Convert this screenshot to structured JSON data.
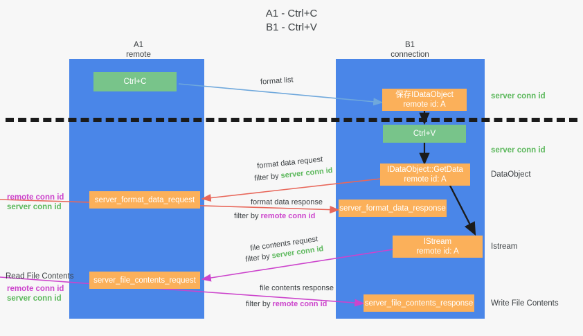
{
  "title": {
    "line1": "A1 - Ctrl+C",
    "line2": "B1 - Ctrl+V"
  },
  "colors": {
    "lane": "#4a86e8",
    "green_box": "#78c48a",
    "orange_box": "#fbb05a",
    "server_conn_id": "#5cb85c",
    "remote_conn_id": "#cc44cc",
    "blue_arrow": "#6fa8dc",
    "red_arrow": "#e8675a",
    "magenta_arrow": "#cc44cc",
    "dark_arrow": "#1b1b1b",
    "background": "#f7f7f7"
  },
  "columns": [
    {
      "name": "A1",
      "sub": "remote"
    },
    {
      "name": "B1",
      "sub": "connection"
    }
  ],
  "boxes": {
    "ctrl_c": {
      "label": "Ctrl+C"
    },
    "save_idataobject": {
      "line1": "保存IDataObject",
      "line2": "remote id: A"
    },
    "ctrl_v": {
      "label": "Ctrl+V"
    },
    "getdata": {
      "line1": "IDataObject::GetData",
      "line2": "remote id: A"
    },
    "server_format_data_request": {
      "label": "server_format_data_request"
    },
    "server_format_data_response": {
      "label": "server_format_data_response"
    },
    "istream": {
      "line1": "IStream",
      "line2": "remote id: A"
    },
    "server_file_contents_request": {
      "label": "server_file_contents_request"
    },
    "server_file_contents_response": {
      "label": "server_file_contents_response"
    }
  },
  "right_annotations": [
    {
      "id": "server-conn-id-1",
      "text": "server conn id",
      "style": "green"
    },
    {
      "id": "server-conn-id-2",
      "text": "server conn id",
      "style": "green"
    },
    {
      "id": "dataobject",
      "text": "DataObject",
      "style": "plain"
    },
    {
      "id": "istream",
      "text": "Istream",
      "style": "plain"
    },
    {
      "id": "write-file-contents",
      "text": "Write File Contents",
      "style": "plain"
    }
  ],
  "left_annotations": {
    "conn_pair_1": {
      "remote": "remote conn id",
      "server": "server conn id"
    },
    "read_file_contents": {
      "heading": "Read File Contents",
      "remote": "remote conn id",
      "server": "server conn id"
    }
  },
  "edge_labels": {
    "format_list": "format list",
    "format_data_request": "format data request",
    "format_data_request_filter_prefix": "filter by ",
    "format_data_request_filter_value": "server conn id",
    "format_data_response": "format data response",
    "format_data_response_filter_prefix": "filter by ",
    "format_data_response_filter_value": "remote conn id",
    "file_contents_request": "file contents request",
    "file_contents_request_filter_prefix": "filter by ",
    "file_contents_request_filter_value": "server conn id",
    "file_contents_response": "file contents response",
    "file_contents_response_filter_prefix": "filter by ",
    "file_contents_response_filter_value": "remote conn id"
  }
}
